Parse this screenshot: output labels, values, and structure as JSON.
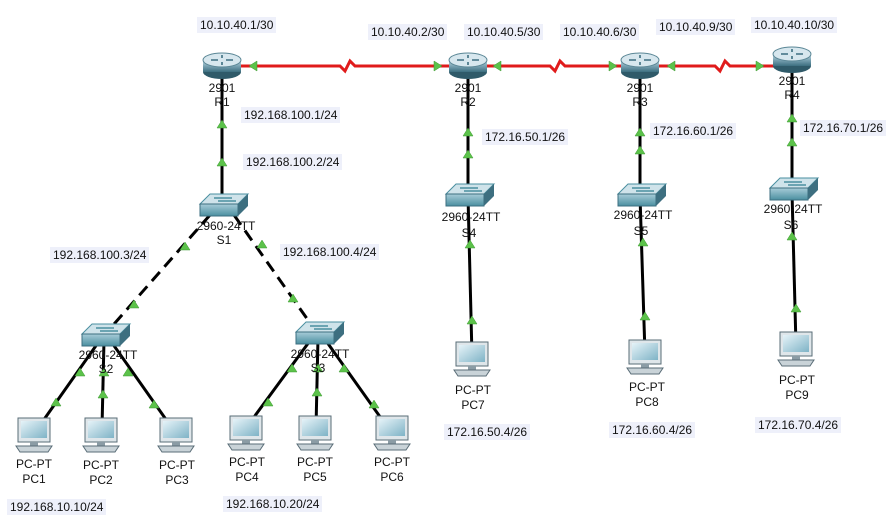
{
  "routers": [
    {
      "model": "2901",
      "name": "R1"
    },
    {
      "model": "2901",
      "name": "R2"
    },
    {
      "model": "2901",
      "name": "R3"
    },
    {
      "model": "2901",
      "name": "R4"
    }
  ],
  "switches": [
    {
      "model": "2960-24TT",
      "name": "S1"
    },
    {
      "model": "2960-24TT",
      "name": "S2"
    },
    {
      "model": "2960-24TT",
      "name": "S3"
    },
    {
      "model": "2960-24TT",
      "name": "S4"
    },
    {
      "model": "2960-24TT",
      "name": "S5"
    },
    {
      "model": "2960-24TT",
      "name": "S6"
    }
  ],
  "pcs": [
    {
      "model": "PC-PT",
      "name": "PC1"
    },
    {
      "model": "PC-PT",
      "name": "PC2"
    },
    {
      "model": "PC-PT",
      "name": "PC3"
    },
    {
      "model": "PC-PT",
      "name": "PC4"
    },
    {
      "model": "PC-PT",
      "name": "PC5"
    },
    {
      "model": "PC-PT",
      "name": "PC6"
    },
    {
      "model": "PC-PT",
      "name": "PC7"
    },
    {
      "model": "PC-PT",
      "name": "PC8"
    },
    {
      "model": "PC-PT",
      "name": "PC9"
    }
  ],
  "wan_ips": [
    "10.10.40.1/30",
    "10.10.40.2/30",
    "10.10.40.5/30",
    "10.10.40.6/30",
    "10.10.40.9/30",
    "10.10.40.10/30"
  ],
  "lan_ips": {
    "r1_lan": "192.168.100.1/24",
    "s1_mgmt": "192.168.100.2/24",
    "s2_mgmt": "192.168.100.3/24",
    "s3_mgmt": "192.168.100.4/24",
    "r2_lan": "172.16.50.1/26",
    "r3_lan": "172.16.60.1/26",
    "r4_lan": "172.16.70.1/26",
    "pc1_net": "192.168.10.10/24",
    "pc4_net": "192.168.10.20/24",
    "pc7_ip": "172.16.50.4/26",
    "pc8_ip": "172.16.60.4/26",
    "pc9_ip": "172.16.70.4/26"
  },
  "colors": {
    "serial_link": "#e01b1b",
    "ethernet_link": "#000000",
    "port_up": "#5cc24a",
    "device_body": "#4a8fa0",
    "ip_label_bg": "#eef0fa"
  }
}
